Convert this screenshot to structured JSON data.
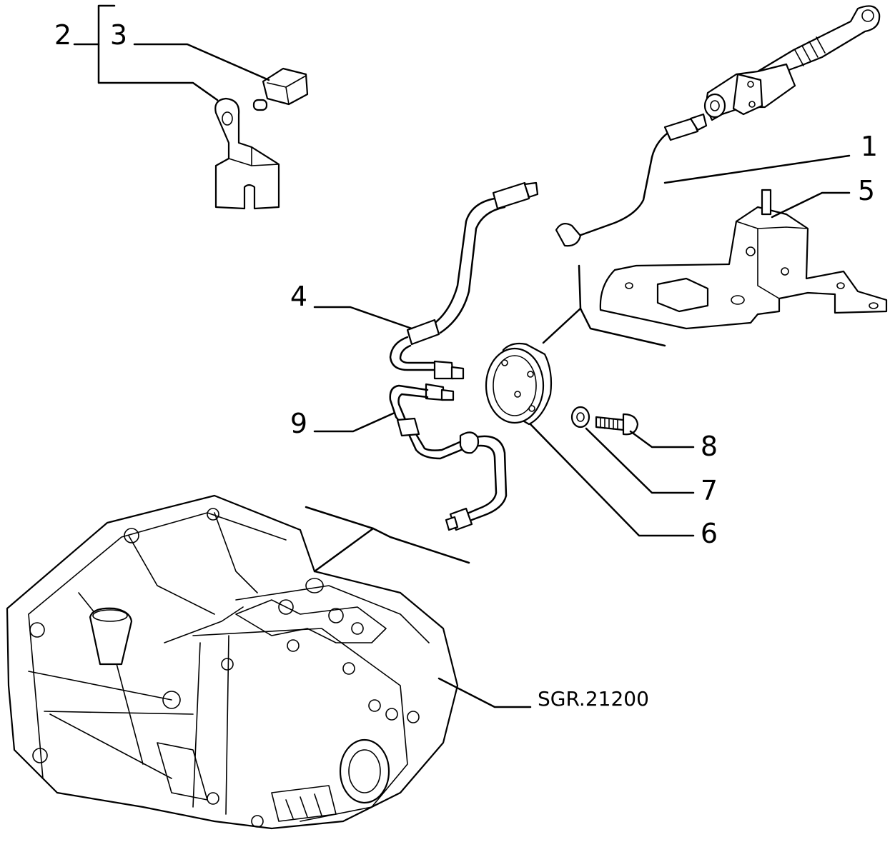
{
  "diagram": {
    "callouts": [
      {
        "id": "1",
        "text": "1"
      },
      {
        "id": "2",
        "text": "2"
      },
      {
        "id": "3",
        "text": "3"
      },
      {
        "id": "4",
        "text": "4"
      },
      {
        "id": "5",
        "text": "5"
      },
      {
        "id": "6",
        "text": "6"
      },
      {
        "id": "7",
        "text": "7"
      },
      {
        "id": "8",
        "text": "8"
      },
      {
        "id": "9",
        "text": "9"
      }
    ],
    "reference_code": "SGR.21200"
  }
}
